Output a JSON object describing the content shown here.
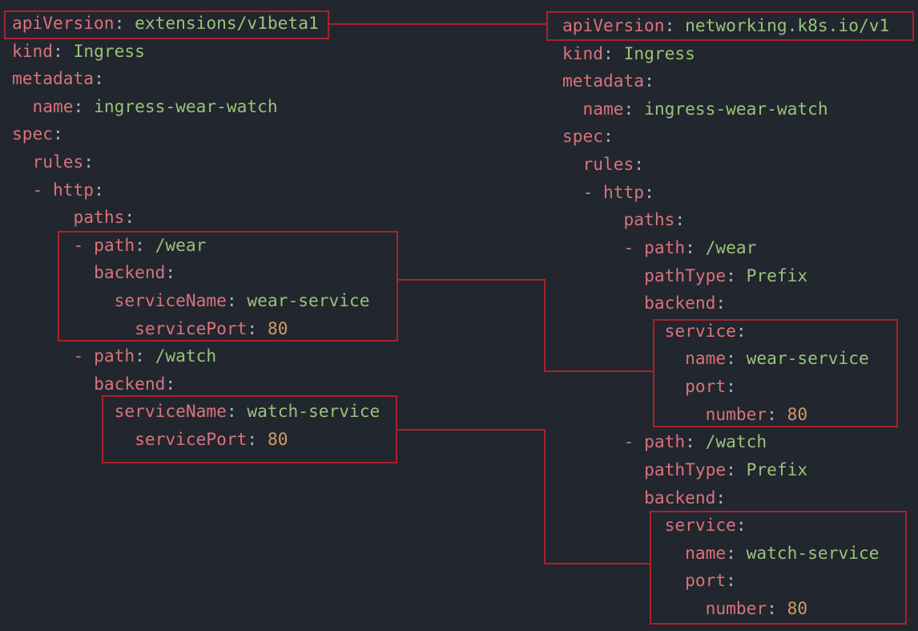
{
  "left_yaml": [
    {
      "indent": 0,
      "key": "apiVersion",
      "value": "extensions/v1beta1"
    },
    {
      "indent": 0,
      "key": "kind",
      "value": "Ingress"
    },
    {
      "indent": 0,
      "key": "metadata",
      "value": ""
    },
    {
      "indent": 2,
      "key": "name",
      "value": "ingress-wear-watch"
    },
    {
      "indent": 0,
      "key": "spec",
      "value": ""
    },
    {
      "indent": 2,
      "key": "rules",
      "value": ""
    },
    {
      "indent": 2,
      "dash": true,
      "key": "http",
      "value": ""
    },
    {
      "indent": 6,
      "key": "paths",
      "value": ""
    },
    {
      "indent": 6,
      "dash": true,
      "key": "path",
      "value": "/wear"
    },
    {
      "indent": 8,
      "key": "backend",
      "value": ""
    },
    {
      "indent": 10,
      "key": "serviceName",
      "value": "wear-service"
    },
    {
      "indent": 12,
      "key": "servicePort",
      "value": "80",
      "number": true
    },
    {
      "indent": 6,
      "dash": true,
      "key": "path",
      "value": "/watch"
    },
    {
      "indent": 8,
      "key": "backend",
      "value": ""
    },
    {
      "indent": 10,
      "key": "serviceName",
      "value": "watch-service"
    },
    {
      "indent": 12,
      "key": "servicePort",
      "value": "80",
      "number": true
    }
  ],
  "right_yaml": [
    {
      "indent": 0,
      "key": "apiVersion",
      "value": "networking.k8s.io/v1"
    },
    {
      "indent": 0,
      "key": "kind",
      "value": "Ingress"
    },
    {
      "indent": 0,
      "key": "metadata",
      "value": ""
    },
    {
      "indent": 2,
      "key": "name",
      "value": "ingress-wear-watch"
    },
    {
      "indent": 0,
      "key": "spec",
      "value": ""
    },
    {
      "indent": 2,
      "key": "rules",
      "value": ""
    },
    {
      "indent": 2,
      "dash": true,
      "key": "http",
      "value": ""
    },
    {
      "indent": 6,
      "key": "paths",
      "value": ""
    },
    {
      "indent": 6,
      "dash": true,
      "key": "path",
      "value": "/wear"
    },
    {
      "indent": 8,
      "key": "pathType",
      "value": "Prefix"
    },
    {
      "indent": 8,
      "key": "backend",
      "value": ""
    },
    {
      "indent": 10,
      "key": "service",
      "value": ""
    },
    {
      "indent": 12,
      "key": "name",
      "value": "wear-service"
    },
    {
      "indent": 12,
      "key": "port",
      "value": ""
    },
    {
      "indent": 14,
      "key": "number",
      "value": "80",
      "number": true
    },
    {
      "indent": 6,
      "dash": true,
      "key": "path",
      "value": "/watch"
    },
    {
      "indent": 8,
      "key": "pathType",
      "value": "Prefix"
    },
    {
      "indent": 8,
      "key": "backend",
      "value": ""
    },
    {
      "indent": 10,
      "key": "service",
      "value": ""
    },
    {
      "indent": 12,
      "key": "name",
      "value": "watch-service"
    },
    {
      "indent": 12,
      "key": "port",
      "value": ""
    },
    {
      "indent": 14,
      "key": "number",
      "value": "80",
      "number": true
    }
  ],
  "colors": {
    "background": "#22262e",
    "key": "#d9737c",
    "value": "#98c379",
    "number": "#d19a66",
    "highlight": "#a8232d"
  }
}
